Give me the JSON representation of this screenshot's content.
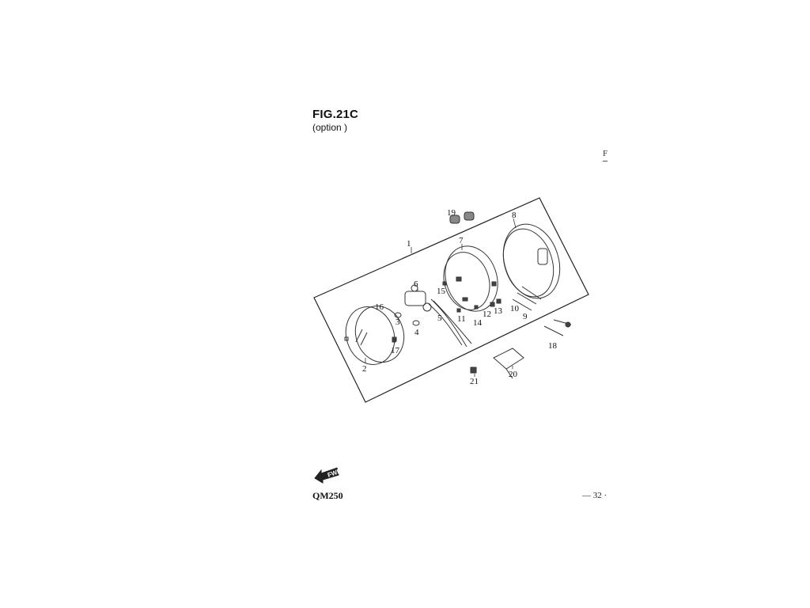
{
  "figure": {
    "title": "FIG.21C",
    "subtitle": "(option )"
  },
  "edge_mark": "F",
  "callouts": {
    "n1": "1",
    "n2": "2",
    "n3": "3",
    "n4": "4",
    "n5": "5",
    "n6": "6",
    "n7": "7",
    "n8": "8",
    "n9": "9",
    "n10": "10",
    "n11": "11",
    "n12": "12",
    "n13": "13",
    "n14": "14",
    "n15": "15",
    "n16": "16",
    "n17": "17",
    "n18": "18",
    "n19": "19",
    "n20": "20",
    "n21": "21"
  },
  "footer": {
    "fwd_label": "FWD",
    "model": "QM250",
    "page": "— 32 ·"
  }
}
